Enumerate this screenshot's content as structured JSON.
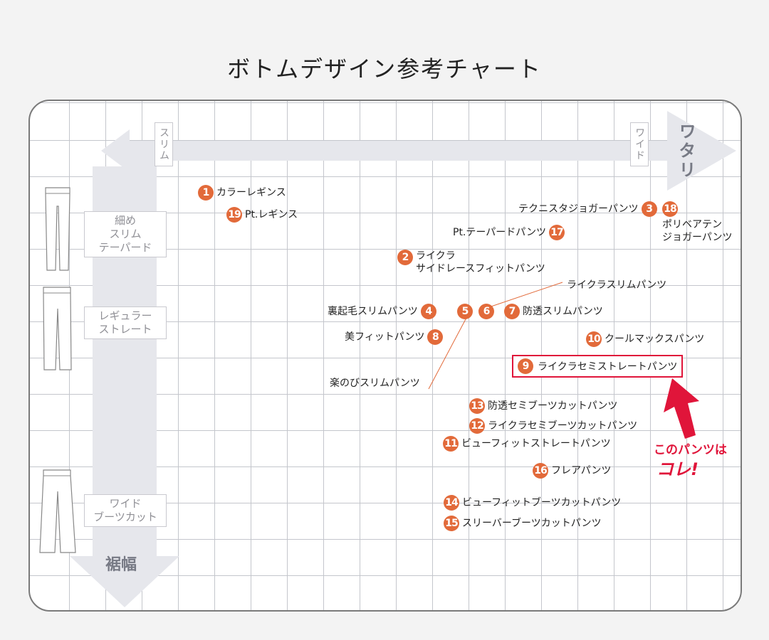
{
  "title": "ボトムデザイン参考チャート",
  "axes": {
    "horizontal": {
      "left_label": "スリム",
      "right_label": "ワイド",
      "name": "ワタリ"
    },
    "vertical": {
      "name": "裾幅"
    },
    "categories": [
      {
        "lines": [
          "細め",
          "スリム",
          "テーパード"
        ]
      },
      {
        "lines": [
          "レギュラー",
          "ストレート"
        ]
      },
      {
        "lines": [
          "ワイド",
          "ブーツカット"
        ]
      }
    ]
  },
  "items": [
    {
      "num": "1",
      "label": "カラーレギンス"
    },
    {
      "num": "19",
      "label": "Pt.レギンス"
    },
    {
      "num": "3",
      "label": "テクニスタジョガーパンツ"
    },
    {
      "num": "18",
      "label": "ポリベアテン",
      "label2": "ジョガーパンツ"
    },
    {
      "num": "17",
      "label": "Pt.テーパードパンツ"
    },
    {
      "num": "2",
      "label": "ライクラ",
      "label2": "サイドレースフィットパンツ"
    },
    {
      "num": "4",
      "label": "裏起毛スリムパンツ"
    },
    {
      "num": "5",
      "label": "楽のびスリムパンツ"
    },
    {
      "num": "6",
      "label": "ライクラスリムパンツ"
    },
    {
      "num": "7",
      "label": "防透スリムパンツ"
    },
    {
      "num": "8",
      "label": "美フィットパンツ"
    },
    {
      "num": "10",
      "label": "クールマックスパンツ"
    },
    {
      "num": "9",
      "label": "ライクラセミストレートパンツ"
    },
    {
      "num": "13",
      "label": "防透セミブーツカットパンツ"
    },
    {
      "num": "12",
      "label": "ライクラセミブーツカットパンツ"
    },
    {
      "num": "11",
      "label": "ビューフィットストレートパンツ"
    },
    {
      "num": "16",
      "label": "フレアパンツ"
    },
    {
      "num": "14",
      "label": "ビューフィットブーツカットパンツ"
    },
    {
      "num": "15",
      "label": "スリーバーブーツカットパンツ"
    }
  ],
  "callout": {
    "line1": "このパンツは",
    "line2": "コレ!"
  },
  "colors": {
    "accent": "#e26a3a",
    "highlight": "#e0153a",
    "arrow": "#e6e7ec",
    "grid": "#c4c6cc"
  }
}
